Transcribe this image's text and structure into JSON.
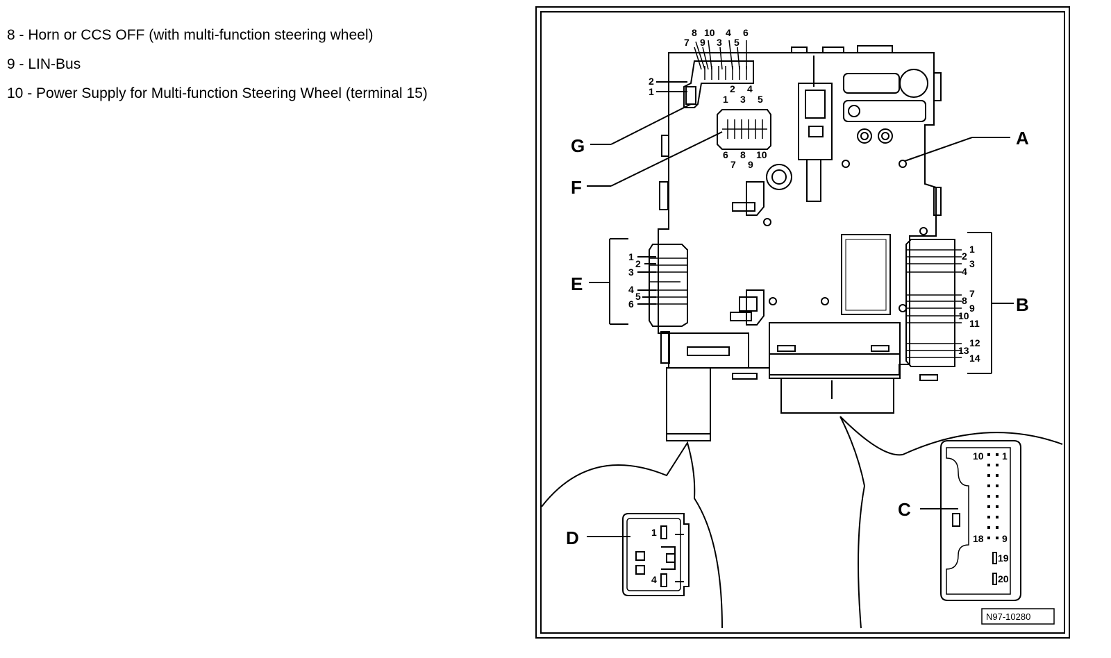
{
  "legend": [
    "8 - Horn or CCS OFF (with multi-function steering wheel)",
    "9 - LIN-Bus",
    "10 - Power Supply for Multi-function Steering Wheel (terminal 15)"
  ],
  "labels": {
    "A": "A",
    "B": "B",
    "C": "C",
    "D": "D",
    "E": "E",
    "F": "F",
    "G": "G"
  },
  "pins": {
    "top_row1": [
      "8",
      "10",
      "4",
      "6"
    ],
    "top_row2": [
      "7",
      "9",
      "3",
      "5"
    ],
    "g_side": [
      "2",
      "1"
    ],
    "f_top1": [
      "2",
      "4"
    ],
    "f_top2": [
      "1",
      "3",
      "5"
    ],
    "f_bottom1": [
      "6",
      "8",
      "10"
    ],
    "f_bottom2": [
      "7",
      "9"
    ],
    "e": [
      "1",
      "2",
      "3",
      "4",
      "5",
      "6"
    ],
    "b": [
      "1",
      "2",
      "3",
      "4",
      "7",
      "8",
      "9",
      "10",
      "11",
      "12",
      "13",
      "14"
    ],
    "c": [
      "10",
      "1",
      "18",
      "9",
      "19",
      "20"
    ],
    "d": [
      "1",
      "4"
    ]
  },
  "reference": "N97-10280"
}
